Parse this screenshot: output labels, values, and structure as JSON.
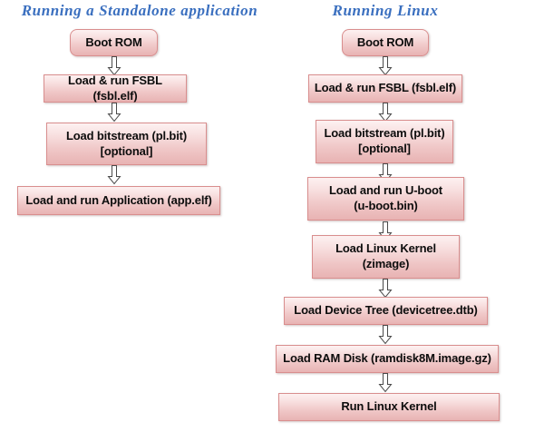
{
  "diagram": {
    "title_color": "#3a6fbf",
    "node_fill_top": "#fdf1f1",
    "node_fill_bottom": "#e8b3b3",
    "node_border": "#d98e8e",
    "columns": [
      {
        "id": "standalone",
        "title": "Running a Standalone application",
        "nodes": [
          {
            "id": "boot-rom",
            "line1": "Boot ROM",
            "line2": ""
          },
          {
            "id": "fsbl",
            "line1": "Load & run FSBL (fsbl.elf)",
            "line2": ""
          },
          {
            "id": "bitstream",
            "line1": "Load bitstream (pl.bit)",
            "line2": "[optional]"
          },
          {
            "id": "application",
            "line1": "Load and run Application (app.elf)",
            "line2": ""
          }
        ]
      },
      {
        "id": "linux",
        "title": "Running  Linux",
        "nodes": [
          {
            "id": "boot-rom",
            "line1": "Boot ROM",
            "line2": ""
          },
          {
            "id": "fsbl",
            "line1": "Load & run FSBL (fsbl.elf)",
            "line2": ""
          },
          {
            "id": "bitstream",
            "line1": "Load bitstream (pl.bit)",
            "line2": "[optional]"
          },
          {
            "id": "uboot",
            "line1": "Load and run U-boot",
            "line2": "(u-boot.bin)"
          },
          {
            "id": "kernel-load",
            "line1": "Load Linux Kernel",
            "line2": "(zimage)"
          },
          {
            "id": "device-tree",
            "line1": "Load Device Tree (devicetree.dtb)",
            "line2": ""
          },
          {
            "id": "ram-disk",
            "line1": "Load RAM Disk (ramdisk8M.image.gz)",
            "line2": ""
          },
          {
            "id": "kernel-run",
            "line1": "Run Linux Kernel",
            "line2": ""
          }
        ]
      }
    ]
  }
}
